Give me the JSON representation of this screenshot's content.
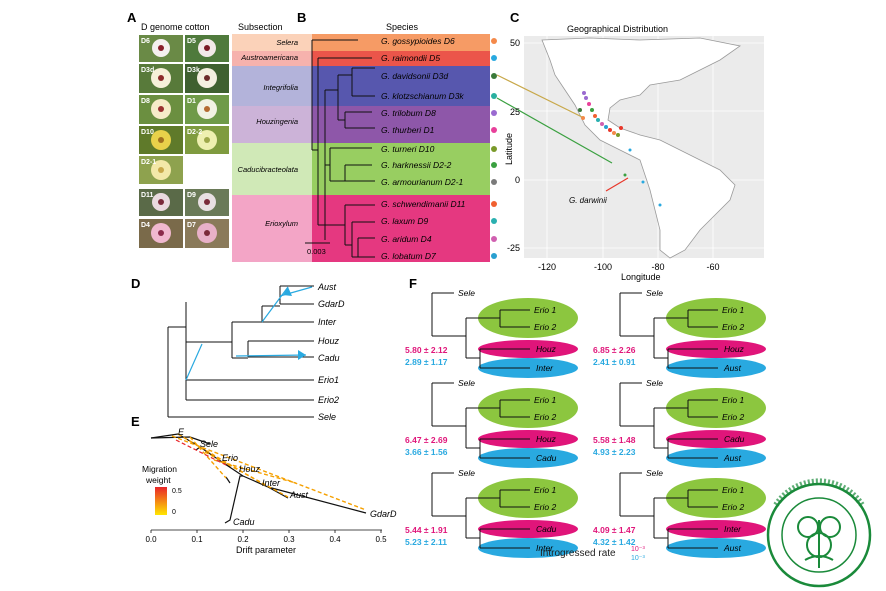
{
  "panels": {
    "A": {
      "letter": "A",
      "title": "D genome cotton",
      "subsection_header": "Subsection",
      "photo_labels": [
        "D6",
        "D5",
        "D3d",
        "D3k",
        "D8",
        "D1",
        "D10",
        "D2-2",
        "D2-1",
        "D11",
        "D9",
        "D4",
        "D7"
      ]
    },
    "B": {
      "letter": "B",
      "header": "Species",
      "scale": "0.003",
      "subsections": [
        "Selera",
        "Austroamericana",
        "Integrifolia",
        "Houzingenia",
        "Caducibracteolata",
        "Erioxylum"
      ],
      "species": [
        "G. gossypioides D6",
        "G. raimondii D5",
        "G. davidsonii D3d",
        "G. klotzschianum D3k",
        "G. trilobum D8",
        "G. thurberi D1",
        "G. turneri D10",
        "G. harknessii D2-2",
        "G. armourianum D2-1",
        "G. schwendimanii D11",
        "G. laxum D9",
        "G. aridum D4",
        "G. lobatum D7"
      ]
    },
    "C": {
      "letter": "C",
      "title": "Geographical Distribution",
      "ylabel": "Latitude",
      "xlabel": "Longitude",
      "yticks": [
        "50",
        "25",
        "0",
        "-25"
      ],
      "xticks": [
        "-120",
        "-100",
        "-80",
        "-60"
      ],
      "annotation": "G. darwinii"
    },
    "D": {
      "letter": "D",
      "taxa": [
        "Aust",
        "GdarD",
        "Inter",
        "Houz",
        "Cadu",
        "Erio1",
        "Erio2",
        "Sele"
      ]
    },
    "E": {
      "letter": "E",
      "legend_title_1": "Migration",
      "legend_title_2": "weight",
      "legend_max": "0.5",
      "legend_min": "0",
      "xlabel": "Drift parameter",
      "xticks": [
        "0.0",
        "0.1",
        "0.2",
        "0.3",
        "0.4",
        "0.5"
      ],
      "taxa": [
        "E",
        "Sele",
        "Erio",
        "Houz",
        "Inter",
        "Aust",
        "GdarD",
        "Cadu"
      ]
    },
    "F": {
      "letter": "F",
      "footer": "Introgressed rate",
      "unit_pink": "10⁻³",
      "unit_blue": "10⁻³",
      "trees": [
        {
          "outgroup": "Sele",
          "erio1": "Erio 1",
          "erio2": "Erio 2",
          "pink_label": "Houz",
          "blue_label": "Inter",
          "rate_pink": "5.80 ± 2.12",
          "rate_blue": "2.89 ± 1.17"
        },
        {
          "outgroup": "Sele",
          "erio1": "Erio 1",
          "erio2": "Erio 2",
          "pink_label": "Houz",
          "blue_label": "Aust",
          "rate_pink": "6.85 ± 2.26",
          "rate_blue": "2.41 ± 0.91"
        },
        {
          "outgroup": "Sele",
          "erio1": "Erio 1",
          "erio2": "Erio 2",
          "pink_label": "Houz",
          "blue_label": "Cadu",
          "rate_pink": "6.47 ± 2.69",
          "rate_blue": "3.66 ± 1.56"
        },
        {
          "outgroup": "Sele",
          "erio1": "Erio 1",
          "erio2": "Erio 2",
          "pink_label": "Cadu",
          "blue_label": "Aust",
          "rate_pink": "5.58 ± 1.48",
          "rate_blue": "4.93 ± 2.23"
        },
        {
          "outgroup": "Sele",
          "erio1": "Erio 1",
          "erio2": "Erio 2",
          "pink_label": "Cadu",
          "blue_label": "Inter",
          "rate_pink": "5.44 ± 1.91",
          "rate_blue": "5.23 ± 2.11"
        },
        {
          "outgroup": "Sele",
          "erio1": "Erio 1",
          "erio2": "Erio 2",
          "pink_label": "Inter",
          "blue_label": "Aust",
          "rate_pink": "4.09 ± 1.47",
          "rate_blue": "4.32 ± 1.42"
        }
      ]
    }
  },
  "colors": {
    "pink": "#e0157a",
    "blue": "#29a9e0",
    "green": "#8cc63f",
    "seal": "#1a8a3a"
  }
}
